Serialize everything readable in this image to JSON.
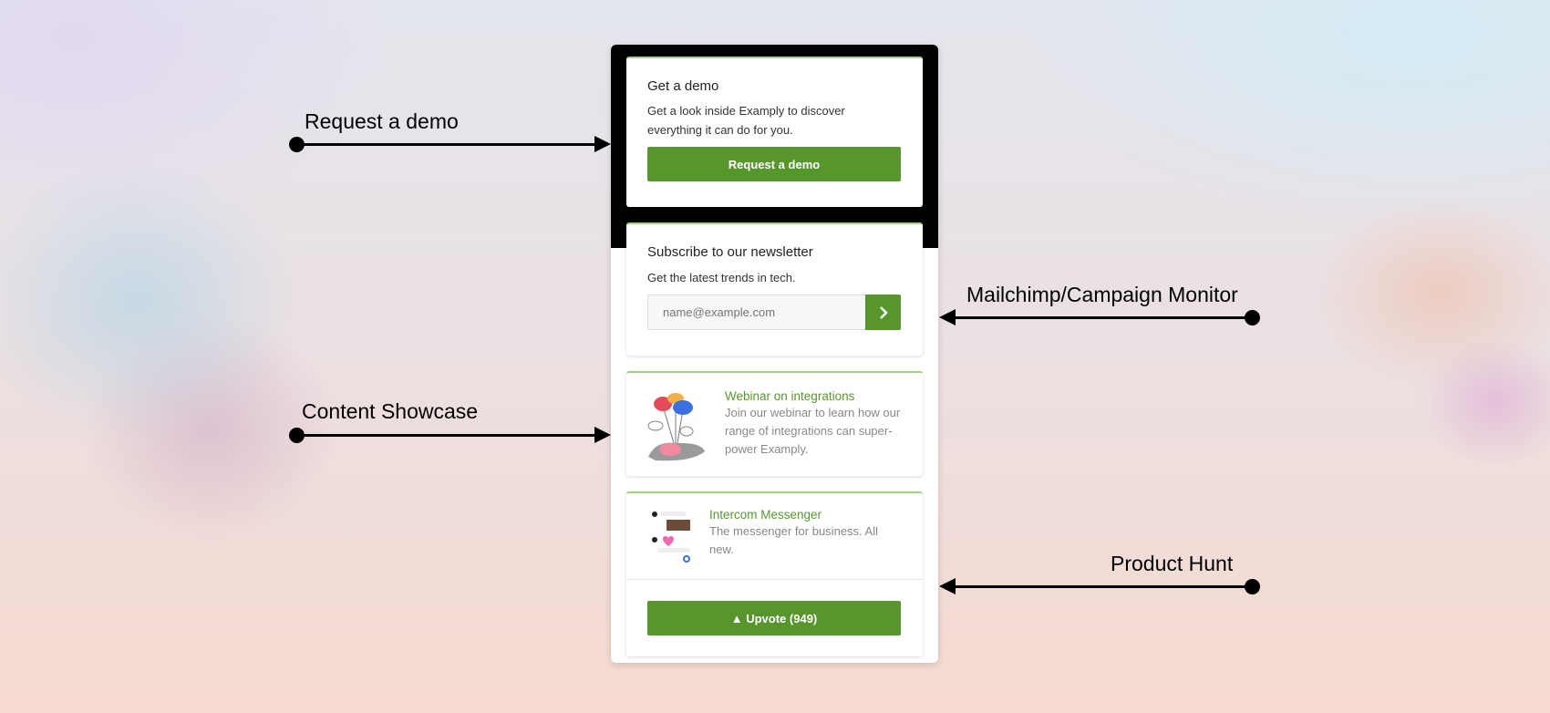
{
  "annotations": {
    "request_demo": "Request a demo",
    "mailchimp": "Mailchimp/Campaign Monitor",
    "content_showcase": "Content Showcase",
    "product_hunt": "Product Hunt"
  },
  "demo": {
    "title": "Get a demo",
    "description": "Get a look inside Examply to discover everything it can do for you.",
    "button": "Request a demo"
  },
  "newsletter": {
    "title": "Subscribe to our newsletter",
    "description": "Get the latest trends in tech.",
    "placeholder": "name@example.com",
    "submit_icon": "chevron-right-icon"
  },
  "showcase": {
    "title": "Webinar on integrations",
    "description": "Join our webinar to learn how our range of integrations can super-power Examply."
  },
  "product": {
    "title": "Intercom Messenger",
    "description": "The messenger for business. All new.",
    "button": "▲ Upvote (949)"
  },
  "colors": {
    "accent": "#57962d",
    "card_top_border": "#a5cf87"
  }
}
